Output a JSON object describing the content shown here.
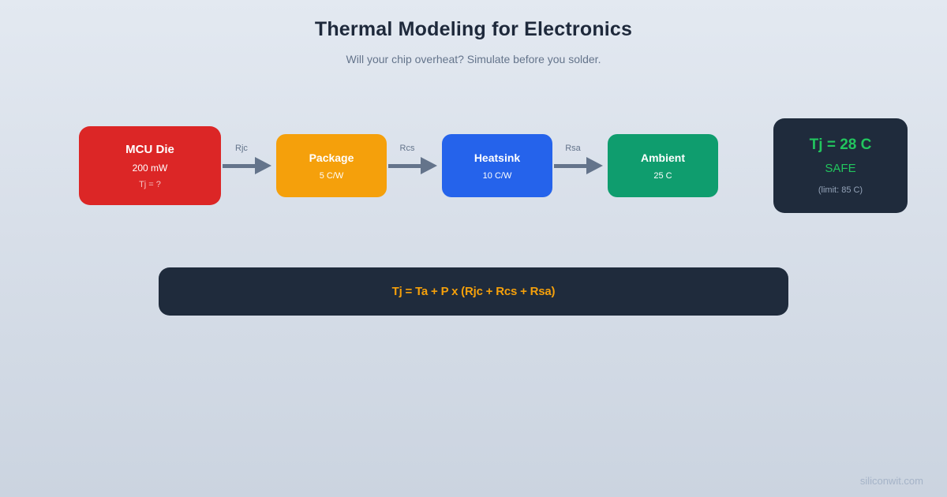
{
  "header": {
    "title": "Thermal Modeling for Electronics",
    "subtitle": "Will your chip overheat? Simulate before you solder."
  },
  "nodes": [
    {
      "id": "mcu-die",
      "label": "MCU Die",
      "line2": "200 mW",
      "line3": "Tj = ?",
      "color": "#dc2626"
    },
    {
      "id": "package",
      "label": "Package",
      "line2": "5 C/W",
      "color": "#f5a00b"
    },
    {
      "id": "heatsink",
      "label": "Heatsink",
      "line2": "10 C/W",
      "color": "#2563eb"
    },
    {
      "id": "ambient",
      "label": "Ambient",
      "line2": "25 C",
      "color": "#0f9d6e"
    }
  ],
  "arrows": [
    {
      "label": "Rjc",
      "color": "#64748b"
    },
    {
      "label": "Rcs",
      "color": "#64748b"
    },
    {
      "label": "Rsa",
      "color": "#64748b"
    }
  ],
  "result": {
    "value": "Tj = 28 C",
    "status": "SAFE",
    "limit": "(limit: 85 C)",
    "value_color": "#22c55e",
    "bg": "#1f2b3c"
  },
  "formula": {
    "text": "Tj = Ta + P x (Rjc + Rcs + Rsa)",
    "color": "#f5a00b",
    "bg": "#1f2b3c"
  },
  "footer": {
    "watermark": "siliconwit.com"
  }
}
